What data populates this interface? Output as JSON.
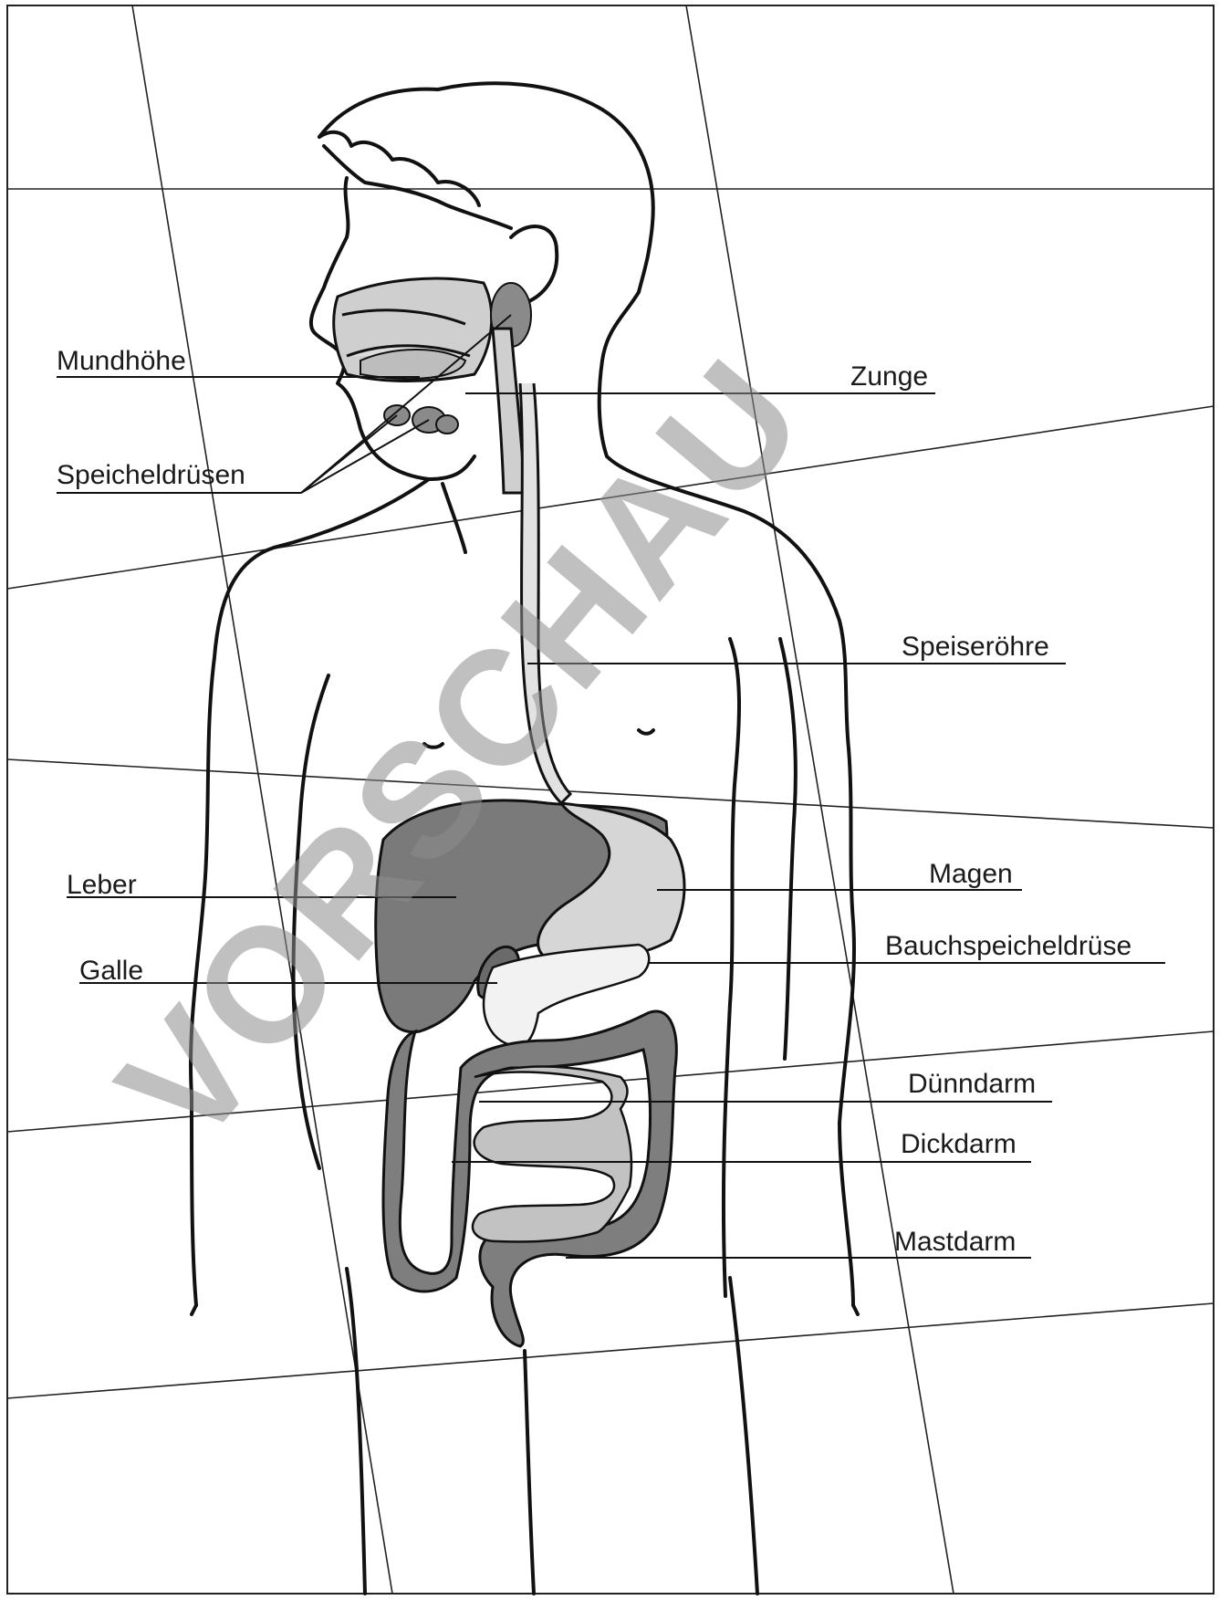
{
  "labels": {
    "mundhoehle": "Mundhöhe",
    "speicheldruesen": "Speicheldrüsen",
    "zunge": "Zunge",
    "speiseroehre": "Speiseröhre",
    "leber": "Leber",
    "galle": "Galle",
    "magen": "Magen",
    "bauchspeicheldruese": "Bauchspeicheldrüse",
    "duenndarm": "Dünndarm",
    "dickdarm": "Dickdarm",
    "mastdarm": "Mastdarm"
  },
  "watermark": "VORSCHAU",
  "colors": {
    "outline": "#111111",
    "organ_dark": "#7a7a7a",
    "organ_mid": "#9a9a9a",
    "organ_light": "#cfcfcf",
    "watermark": "#8c8c8c"
  }
}
